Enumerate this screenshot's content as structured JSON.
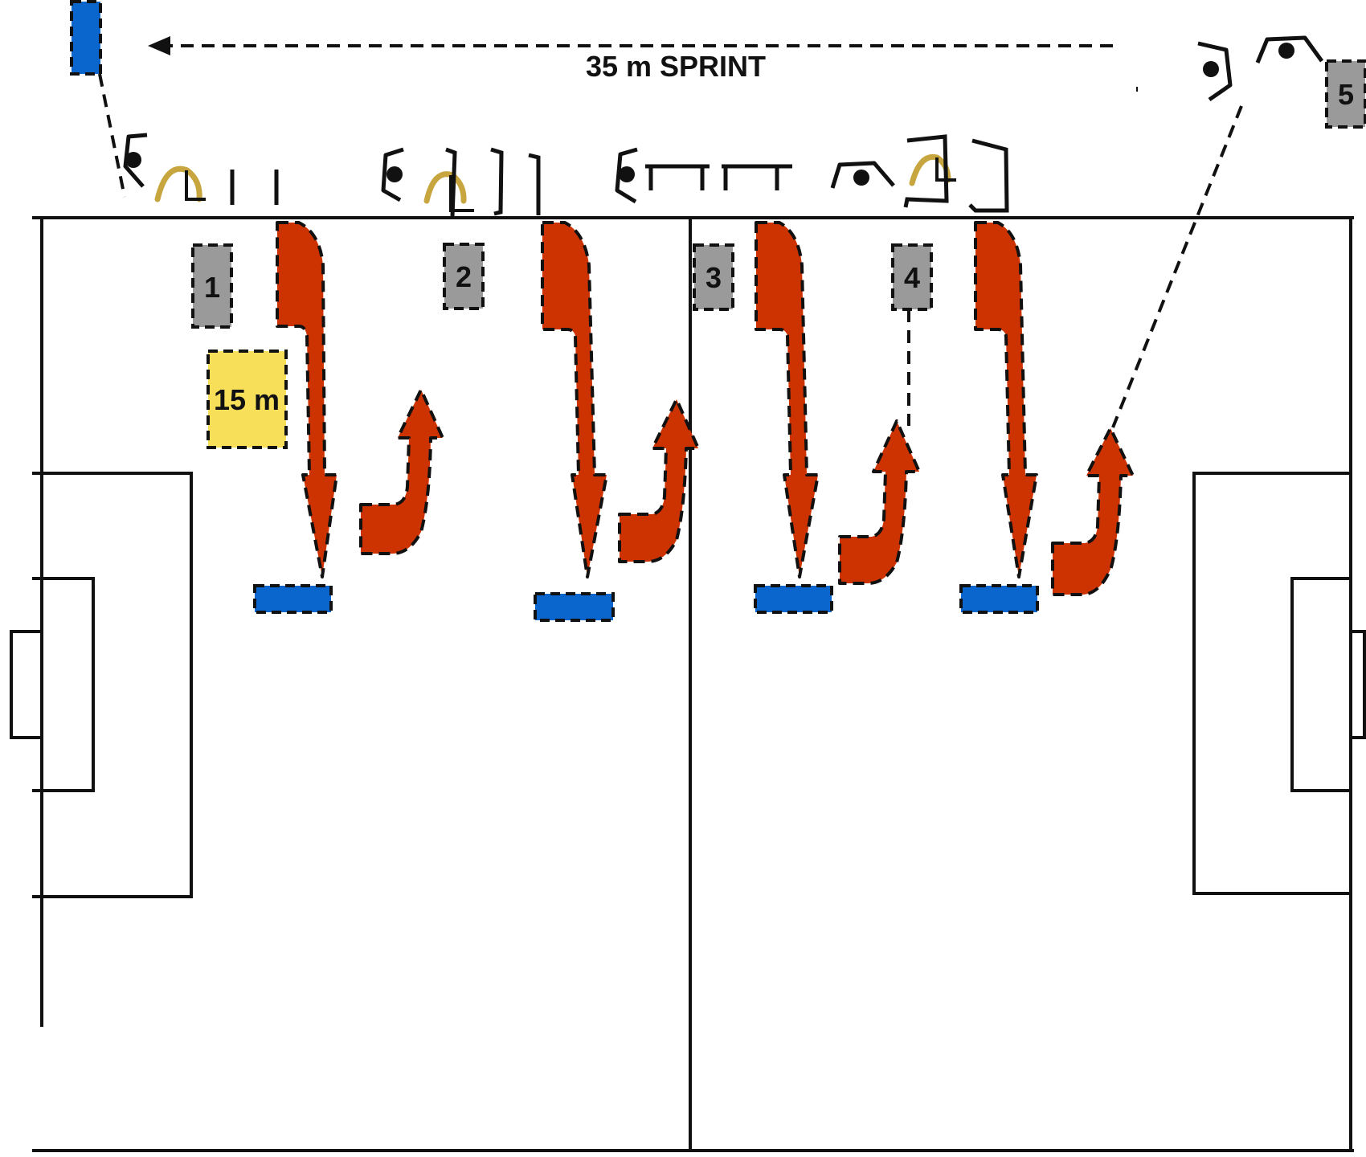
{
  "title": "35 m SPRINT",
  "distance_label": "15 m",
  "stations": [
    {
      "number": "1",
      "role": "station-marker"
    },
    {
      "number": "2",
      "role": "station-marker"
    },
    {
      "number": "3",
      "role": "station-marker"
    },
    {
      "number": "4",
      "role": "station-marker"
    },
    {
      "number": "5",
      "role": "station-marker"
    }
  ],
  "colors": {
    "line": "#111111",
    "station_fill": "#9a9a9a",
    "cone_fill": "#0a66cc",
    "arrow_fill": "#cc3300",
    "distance_fill": "#f8df5a",
    "hurdle_arc": "#c7a640"
  },
  "icons": [
    "player-icon",
    "hurdle-icon",
    "pole-icon",
    "cone-icon",
    "run-arrow-icon",
    "return-arrow-icon"
  ]
}
